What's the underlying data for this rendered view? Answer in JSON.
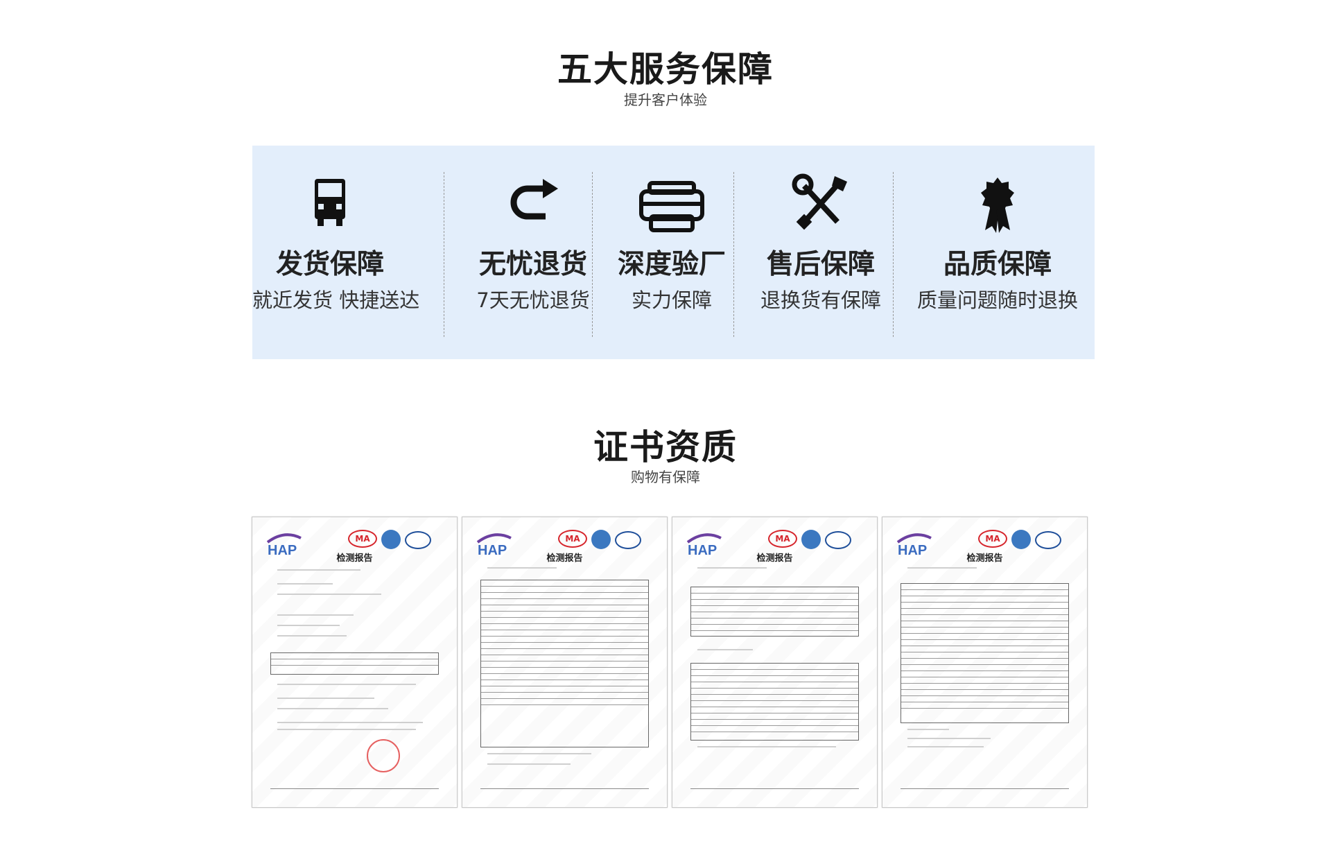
{
  "section_services": {
    "title": "五大服务保障",
    "subtitle": "提升客户体验",
    "items": [
      {
        "icon": "truck-icon",
        "name": "发货保障",
        "desc": "就近发货 快捷送达"
      },
      {
        "icon": "return-arrow-icon",
        "name": "无忧退货",
        "desc": "7天无忧退货"
      },
      {
        "icon": "factory-icon",
        "name": "深度验厂",
        "desc": "实力保障"
      },
      {
        "icon": "tools-icon",
        "name": "售后保障",
        "desc": "退换货有保障"
      },
      {
        "icon": "award-ribbon-icon",
        "name": "品质保障",
        "desc": "质量问题随时退换"
      }
    ]
  },
  "section_certs": {
    "title": "证书资质",
    "subtitle": "购物有保障",
    "certificates": [
      {
        "logo": "HAP",
        "mark": "MA",
        "title": "检测报告"
      },
      {
        "logo": "HAP",
        "mark": "MA",
        "title": "检测报告"
      },
      {
        "logo": "HAP",
        "mark": "MA",
        "title": "检测报告"
      },
      {
        "logo": "HAP",
        "mark": "MA",
        "title": "检测报告"
      }
    ]
  },
  "colors": {
    "panel_bg": "#e3eefb",
    "stamp": "#e03a3a",
    "hap_blue": "#3b6cc0"
  }
}
